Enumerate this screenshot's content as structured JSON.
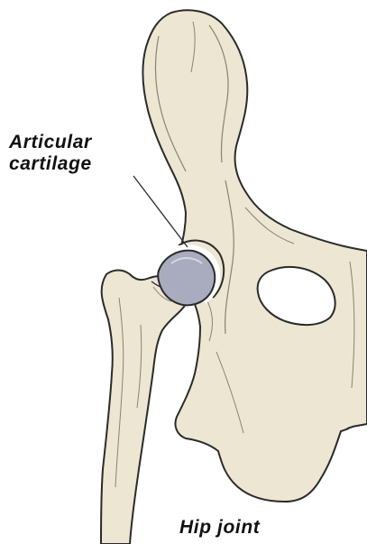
{
  "labels": {
    "cartilage_line1": "Articular",
    "cartilage_line2": "cartilage",
    "caption": "Hip joint"
  },
  "colors": {
    "bone_fill": "#ece6d2",
    "bone_outline": "#2b2b2b",
    "bone_shading": "#8a8373",
    "cartilage_fill": "#a9abbf",
    "cartilage_highlight": "#ffffff",
    "text": "#111111"
  }
}
